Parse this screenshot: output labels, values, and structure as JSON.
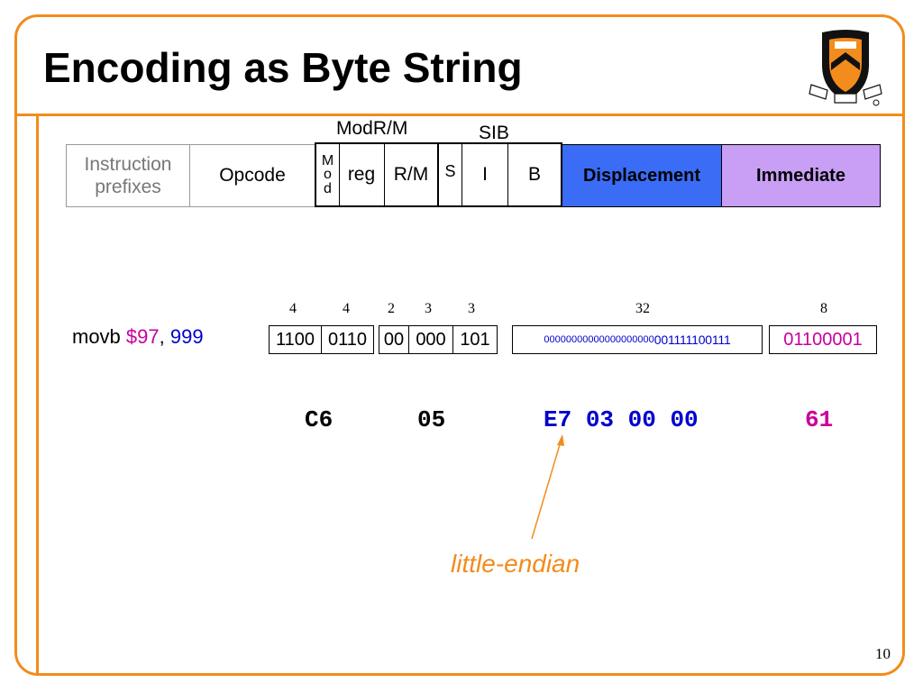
{
  "slide": {
    "title": "Encoding as Byte String",
    "page_number": "10"
  },
  "format": {
    "group_labels": {
      "modrm": "ModR/M",
      "sib": "SIB"
    },
    "fields": {
      "prefixes_line1": "Instruction",
      "prefixes_line2": "prefixes",
      "opcode": "Opcode",
      "mod_m": "M",
      "mod_o": "o",
      "mod_d": "d",
      "reg": "reg",
      "rm": "R/M",
      "s": "S",
      "i": "I",
      "b": "B",
      "displacement": "Displacement",
      "immediate": "Immediate"
    },
    "colors": {
      "displacement": "#3a6cf5",
      "immediate": "#c89ff5"
    }
  },
  "example": {
    "instruction_op": "movb ",
    "instruction_imm": "$97",
    "instruction_sep": ", ",
    "instruction_disp": "999",
    "bit_widths": [
      "4",
      "4",
      "2",
      "3",
      "3",
      "32",
      "8"
    ],
    "binary": {
      "opcode_hi": "1100",
      "opcode_lo": "0110",
      "mod": "00",
      "reg": "000",
      "rm": "101",
      "disp_zeros": "00000000000000000000",
      "disp_bits": "001111100111",
      "imm": "01100001"
    },
    "hex": {
      "opcode": "C6",
      "modrm": "05",
      "disp_b0": "E7",
      "disp_rest": "03 00 00",
      "imm": "61"
    },
    "annotation": "little-endian"
  },
  "colors": {
    "accent": "#f28c1c",
    "magenta": "#c8009c",
    "blue": "#0000cc"
  }
}
